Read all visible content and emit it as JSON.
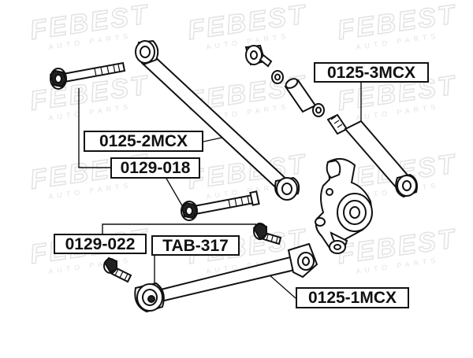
{
  "watermark": {
    "brand": "FEBEST",
    "subtitle": "AUTO PARTS",
    "color": "#e4e4e4"
  },
  "colors": {
    "ink": "#111111",
    "background": "#ffffff"
  },
  "callouts": [
    {
      "id": "0125-3MCX",
      "label": "0125-3MCX"
    },
    {
      "id": "0125-2MCX",
      "label": "0125-2MCX"
    },
    {
      "id": "0129-018",
      "label": "0129-018"
    },
    {
      "id": "0129-022",
      "label": "0129-022"
    },
    {
      "id": "TAB-317",
      "label": "TAB-317"
    },
    {
      "id": "0125-1MCX",
      "label": "0125-1MCX"
    }
  ]
}
